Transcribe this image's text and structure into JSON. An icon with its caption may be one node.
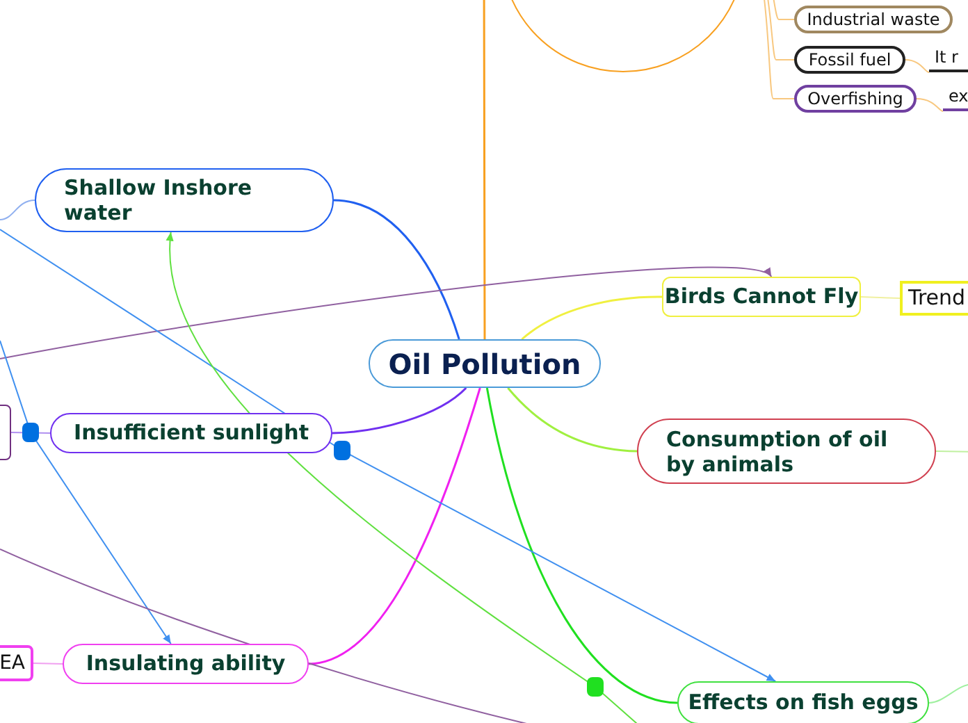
{
  "diagram": {
    "nodes": [
      {
        "text": [
          "Oil Pollution"
        ]
      },
      {
        "text": [],
        "shape": "circle"
      },
      {
        "text": [
          "Industrial waste"
        ]
      },
      {
        "text": [
          "Fossil fuel"
        ]
      },
      {
        "text": [
          "Overfishing"
        ]
      },
      {
        "text": [
          "It r"
        ]
      },
      {
        "text": [
          "ex"
        ]
      },
      {
        "text": [
          "Shallow Inshore water"
        ]
      },
      {
        "text": [
          "Birds Cannot Fly"
        ]
      },
      {
        "text": [
          "Trend"
        ]
      },
      {
        "text": [
          "Consumption of oil by animals"
        ]
      },
      {
        "text": [
          "Insufficient sunlight"
        ]
      },
      {
        "text": [],
        "shape": "box"
      },
      {
        "text": [
          "Insulating ability"
        ]
      },
      {
        "text": [
          "EA"
        ]
      },
      {
        "text": [
          "Effects on fish eggs"
        ]
      }
    ],
    "edges": [
      {
        "from": 0,
        "to": 1,
        "arrow": "none",
        "color": "#f8a020"
      },
      {
        "from": 1,
        "to": 2,
        "arrow": "none",
        "color": "#f8c880"
      },
      {
        "from": 1,
        "to": 3,
        "arrow": "none",
        "color": "#f8c880"
      },
      {
        "from": 1,
        "to": 4,
        "arrow": "none",
        "color": "#f8c880"
      },
      {
        "from": 3,
        "to": 5,
        "arrow": "none",
        "color": "#f8c880"
      },
      {
        "from": 4,
        "to": 6,
        "arrow": "none",
        "color": "#f8c880"
      },
      {
        "from": 0,
        "to": 7,
        "arrow": "none",
        "color": "#2060f0"
      },
      {
        "from": 7,
        "to": null,
        "arrow": "none",
        "color": "#90b0f0"
      },
      {
        "from": 0,
        "to": 8,
        "arrow": "none",
        "color": "#f0f040"
      },
      {
        "from": 8,
        "to": 9,
        "arrow": "none",
        "color": "#f0f0a0"
      },
      {
        "from": 0,
        "to": 10,
        "arrow": "none",
        "color": "#a0f040"
      },
      {
        "from": 10,
        "to": null,
        "arrow": "none",
        "color": "#c0f0a0"
      },
      {
        "from": 0,
        "to": 11,
        "arrow": "none",
        "color": "#7030f0"
      },
      {
        "from": 11,
        "to": 12,
        "arrow": "none",
        "color": "#b090f0"
      },
      {
        "from": 0,
        "to": 13,
        "arrow": "none",
        "color": "#f020f0"
      },
      {
        "from": 13,
        "to": 14,
        "arrow": "none",
        "color": "#f0a0f0"
      },
      {
        "from": 0,
        "to": 15,
        "arrow": "none",
        "color": "#20e020"
      },
      {
        "from": 15,
        "to": null,
        "arrow": "none",
        "color": "#a0f0a0"
      },
      {
        "from": null,
        "to": 8,
        "arrow": "to",
        "color": "#9060a0"
      },
      {
        "from": null,
        "to": 15,
        "arrow": "to",
        "color": "#4090f0"
      },
      {
        "from": null,
        "to": 13,
        "arrow": "to",
        "color": "#4090f0"
      },
      {
        "from": null,
        "to": 7,
        "arrow": "to",
        "color": "#60e040"
      }
    ]
  }
}
